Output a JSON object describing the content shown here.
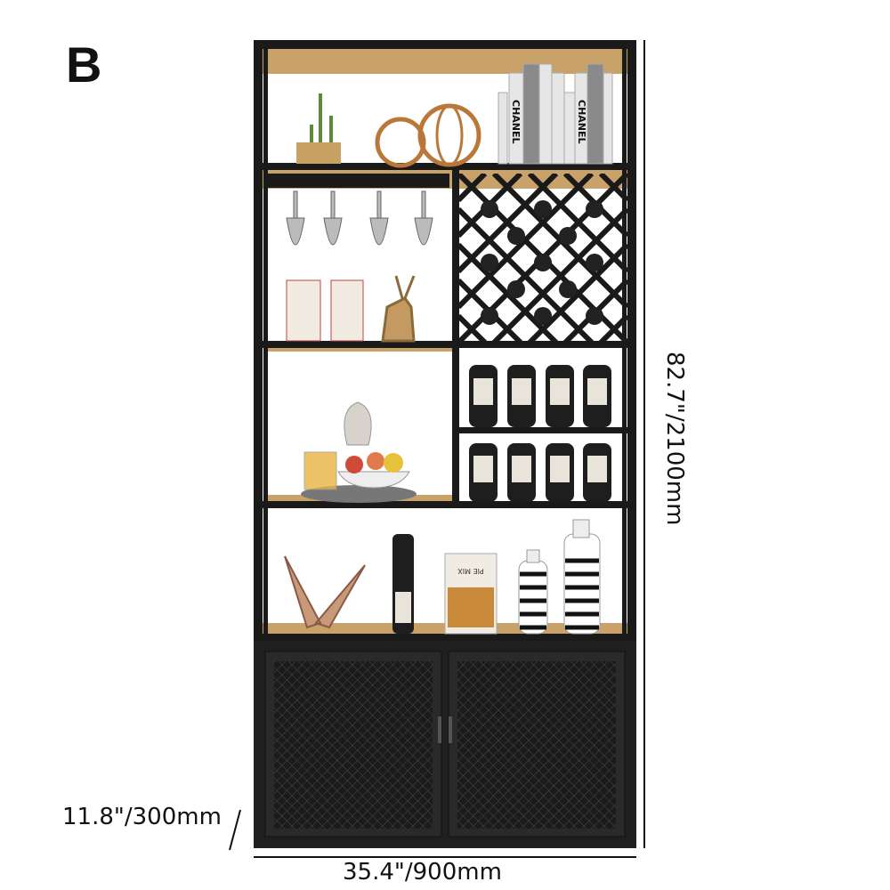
{
  "variant_label": "B",
  "dimensions": {
    "height": "82.7\"/2100mm",
    "width": "35.4\"/900mm",
    "depth": "11.8\"/300mm"
  },
  "product_decor": {
    "book_spine_text": "CHANEL",
    "box_text": "PIE MIX"
  },
  "colors": {
    "frame": "#1a1a1a",
    "wood": "#c9a26a",
    "cabinet": "#222222"
  }
}
